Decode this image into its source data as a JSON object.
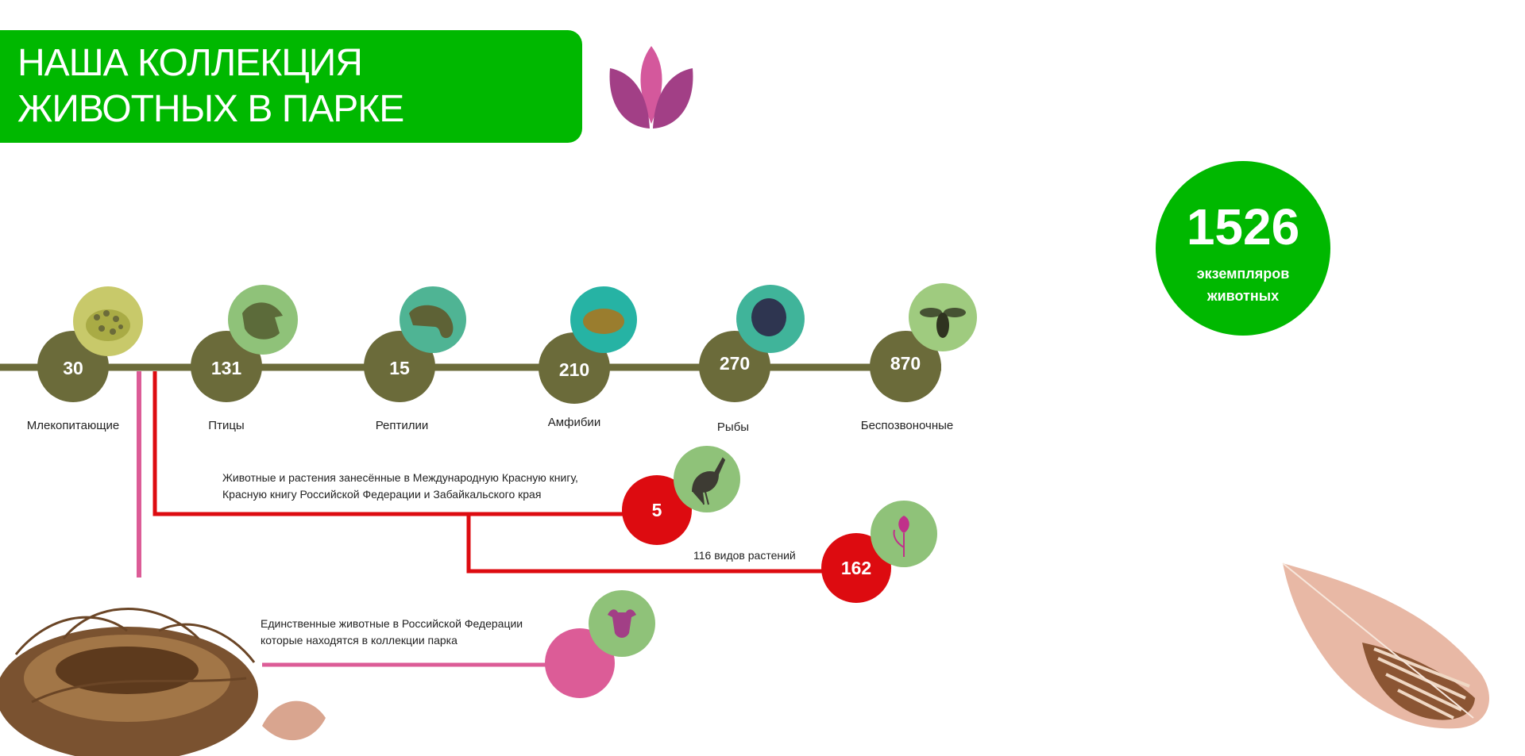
{
  "header": {
    "title_line1": "НАША КОЛЛЕКЦИЯ",
    "title_line2": "ЖИВОТНЫХ В ПАРКЕ"
  },
  "colors": {
    "green": "#00b800",
    "olive": "#6b6b3a",
    "red": "#dd0b10",
    "pink": "#dc5c97",
    "logo_pink": "#d4589c",
    "logo_purple": "#a23f86"
  },
  "total": {
    "value": "1526",
    "label": "экземпляров животных"
  },
  "groups": [
    {
      "value": "30",
      "label": "Млекопитающие",
      "icon": "leopard-icon",
      "icon_bg": "#c8c96a"
    },
    {
      "value": "131",
      "label": "Птицы",
      "icon": "eagle-icon",
      "icon_bg": "#8fc279"
    },
    {
      "value": "15",
      "label": "Рептилии",
      "icon": "chameleon-icon",
      "icon_bg": "#4fb494"
    },
    {
      "value": "210",
      "label": "Амфибии",
      "icon": "frog-icon",
      "icon_bg": "#26b3a4"
    },
    {
      "value": "270",
      "label": "Рыбы",
      "icon": "fish-icon",
      "icon_bg": "#40b49a"
    },
    {
      "value": "870",
      "label": "Беспозвоночные",
      "icon": "bee-icon",
      "icon_bg": "#9fcb7f"
    }
  ],
  "red_book": {
    "note_line1": "Животные  и растения занесённые в Международную  Красную книгу,",
    "note_line2": "Красную книгу Российской Федерации  и Забайкальского края",
    "animals_value": "5",
    "animals_icon": "stork-icon",
    "plants_note": "116 видов  растений",
    "plants_value": "162",
    "plants_icon": "iris-icon"
  },
  "unique": {
    "note_line1": "Единственные  животные в Российской Федерации",
    "note_line2": "которые находятся в коллекции  парка",
    "icon": "yak-icon"
  }
}
